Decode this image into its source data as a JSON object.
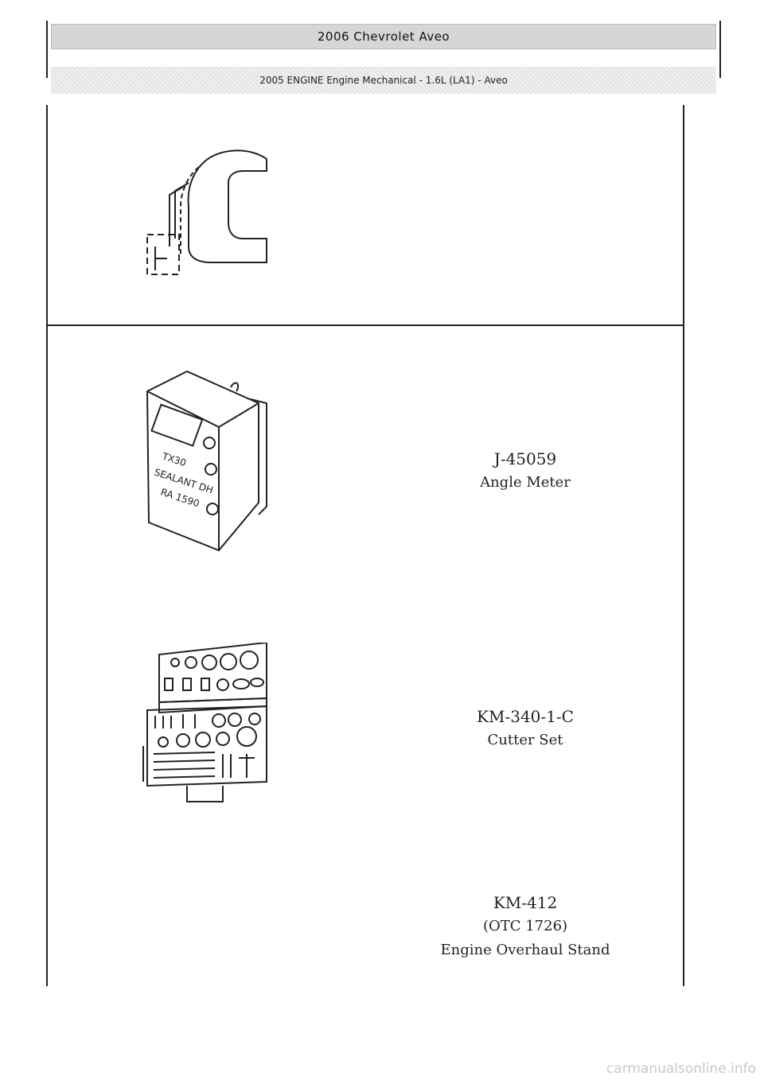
{
  "header": {
    "title": "2006 Chevrolet Aveo",
    "subtitle": "2005 ENGINE Engine Mechanical - 1.6L (LA1) - Aveo"
  },
  "tools": [
    {
      "code": "",
      "name": "",
      "icon": "wrench-tool-icon"
    },
    {
      "code": "J-45059",
      "name": "Angle Meter",
      "icon": "angle-meter-icon"
    },
    {
      "code": "KM-340-1-C",
      "name": "Cutter Set",
      "icon": "cutter-set-icon"
    },
    {
      "code": "KM-412",
      "ref": "(OTC 1726)",
      "name": "Engine Overhaul Stand",
      "icon": "overhaul-stand-icon"
    }
  ],
  "watermark": "carmanualsonline.info"
}
